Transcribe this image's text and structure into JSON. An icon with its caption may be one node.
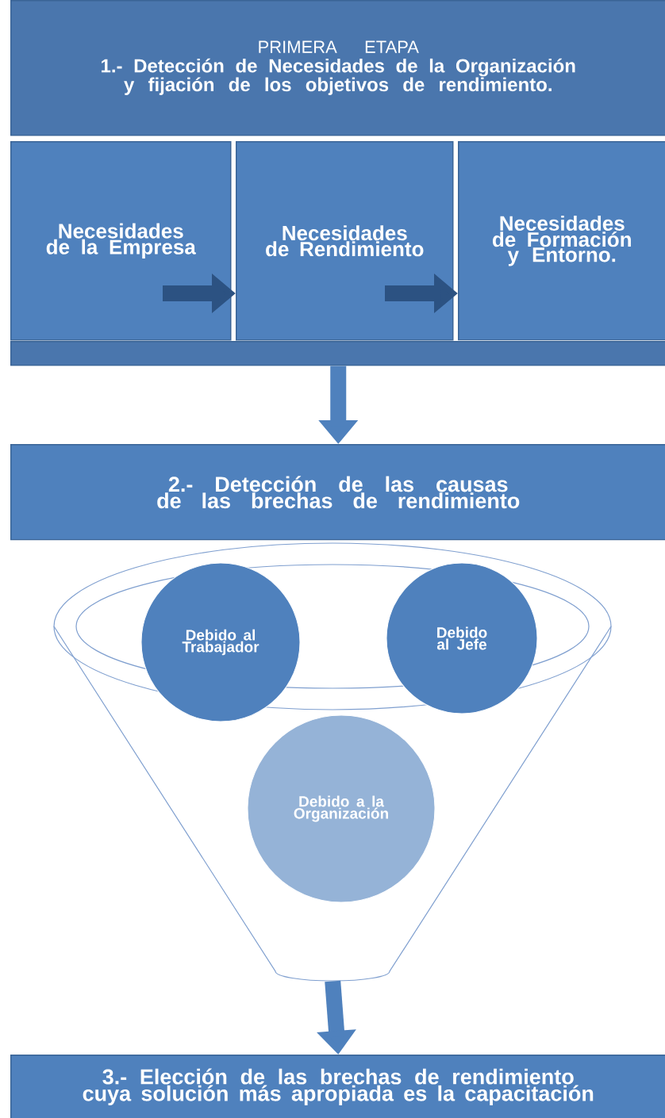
{
  "diagram": {
    "nodes": [
      {
        "text": [
          "PRIMERA ETAPA",
          "1.- Detección de Necesidades de la Organización y fijación de los objetivos de rendimiento."
        ]
      },
      {
        "text": [
          "Necesidades de la Empresa"
        ]
      },
      {
        "text": [
          "Necesidades de Rendimiento"
        ]
      },
      {
        "text": [
          "Necesidades de Formación y Entorno."
        ]
      },
      {
        "text": [],
        "shape": "bar"
      },
      {
        "text": [
          "2.- Detección de las causas de las brechas de rendimiento"
        ]
      },
      {
        "text": [],
        "shape": "funnel"
      },
      {
        "text": [
          "Debido al Trabajador"
        ],
        "in": 6
      },
      {
        "text": [
          "Debido al Jefe"
        ],
        "in": 6
      },
      {
        "text": [
          "Debido a la Organización"
        ],
        "in": 6
      },
      {
        "text": [
          "3.- Elección de las brechas de rendimiento cuya solución más apropiada es la capacitación"
        ]
      }
    ],
    "edges": [
      {
        "from": 1,
        "to": 2,
        "arrow": "to"
      },
      {
        "from": 2,
        "to": 3,
        "arrow": "to"
      },
      {
        "from": 4,
        "to": 5,
        "arrow": "to"
      },
      {
        "from": 6,
        "to": 10,
        "arrow": "to"
      }
    ]
  }
}
